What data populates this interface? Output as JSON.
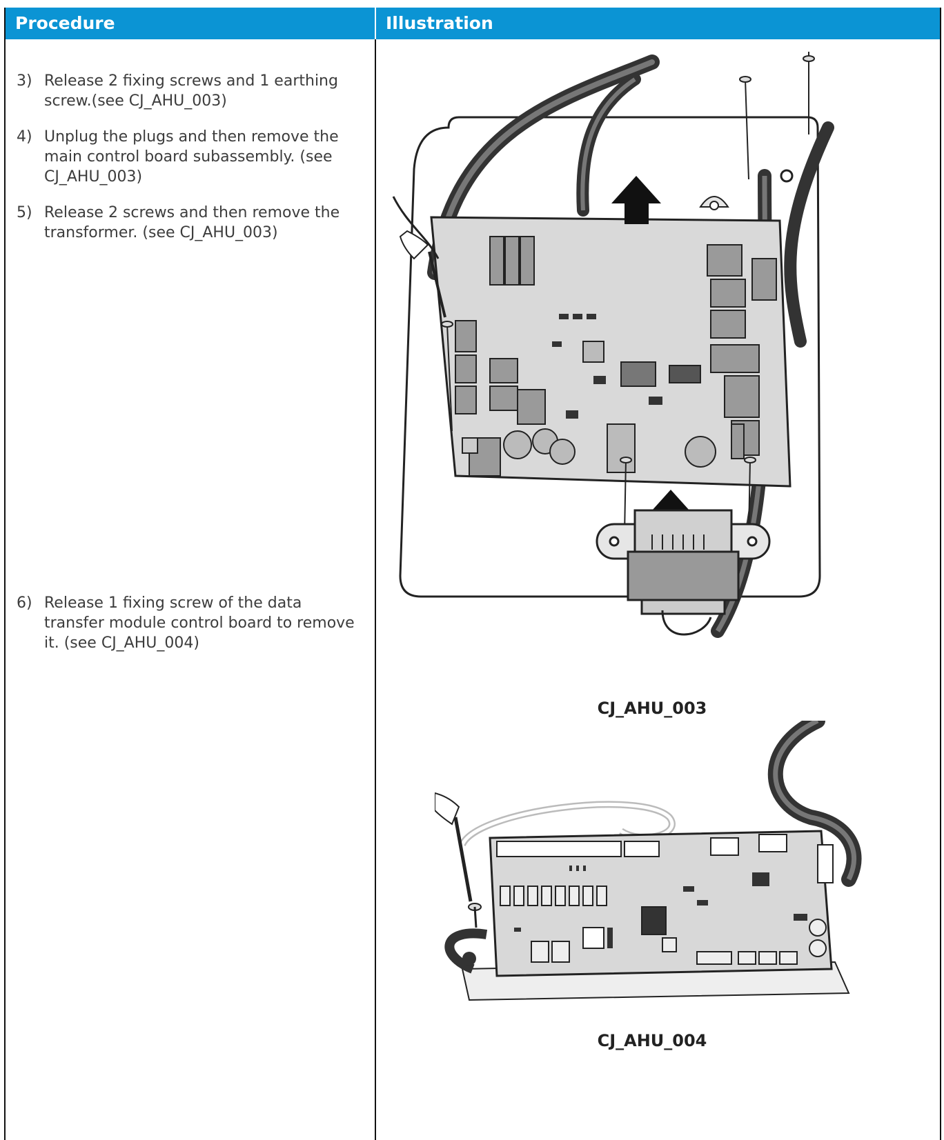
{
  "header": {
    "procedure": "Procedure",
    "illustration": "Illustration"
  },
  "steps": [
    {
      "num": "3)",
      "text": "Release 2 fixing screws and 1 earthing screw.(see CJ_AHU_003)"
    },
    {
      "num": "4)",
      "text": "Unplug the plugs and then remove the main control board subassembly. (see CJ_AHU_003)"
    },
    {
      "num": "5)",
      "text": "Release 2 screws and then remove the transformer. (see CJ_AHU_003)"
    },
    {
      "num": "6)",
      "text": "Release 1 fixing screw of the data transfer module control board to remove it. (see CJ_AHU_004)"
    }
  ],
  "figures": [
    {
      "caption": "CJ_AHU_003",
      "icon": "main-control-board-illustration"
    },
    {
      "caption": "CJ_AHU_004",
      "icon": "data-transfer-module-illustration"
    }
  ],
  "colors": {
    "header_bg": "#0b94d4",
    "header_text": "#ffffff",
    "body_text": "#3c3c3c",
    "border": "#111111"
  }
}
